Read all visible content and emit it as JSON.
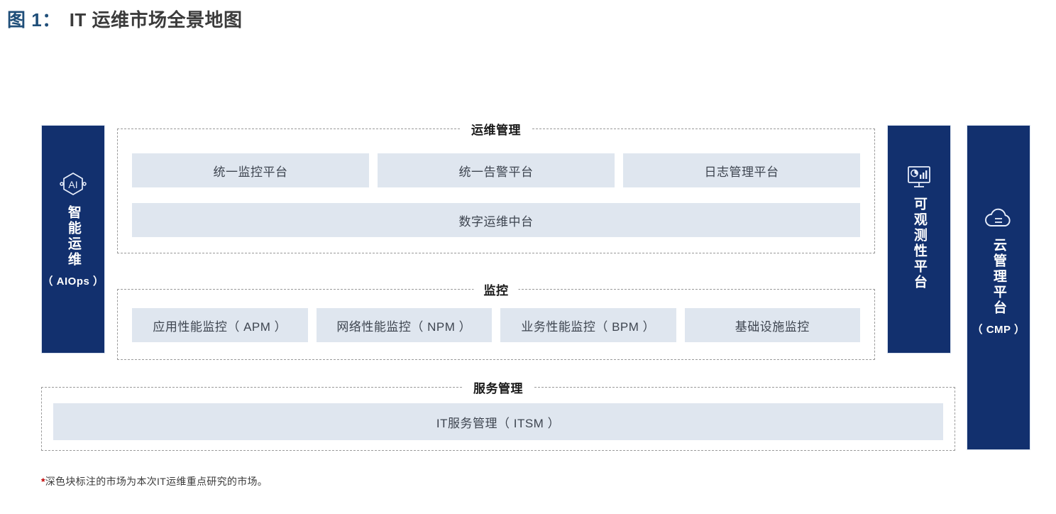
{
  "title": {
    "number": "图 1：",
    "text": "IT 运维市场全景地图"
  },
  "pillars": [
    {
      "id": "aiops",
      "icon": "ai-hexagon-icon",
      "label": "智能运维",
      "sub": "（ AIOps ）"
    },
    {
      "id": "observability",
      "icon": "dashboard-monitor-icon",
      "label": "可观测性平台",
      "sub": ""
    },
    {
      "id": "cmp",
      "icon": "cloud-icon",
      "label": "云管理平台",
      "sub": "（ CMP ）"
    }
  ],
  "sections": [
    {
      "id": "ops",
      "title": "运维管理",
      "rows": [
        {
          "cells": [
            "统一监控平台",
            "统一告警平台",
            "日志管理平台"
          ]
        },
        {
          "cells": [
            "数字运维中台"
          ]
        }
      ]
    },
    {
      "id": "mon",
      "title": "监控",
      "rows": [
        {
          "cells": [
            "应用性能监控（ APM ）",
            "网络性能监控（ NPM ）",
            "业务性能监控（ BPM ）",
            "基础设施监控"
          ]
        }
      ]
    },
    {
      "id": "svc",
      "title": "服务管理",
      "rows": [
        {
          "cells": [
            "IT服务管理（ ITSM ）"
          ]
        }
      ]
    }
  ],
  "footnote": {
    "star": "*",
    "text": "深色块标注的市场为本次IT运维重点研究的市场。"
  },
  "colors": {
    "pillar_bg": "#12306e",
    "cell_bg": "#dfe6ef",
    "title_accent": "#1f4e79",
    "dashed_border": "#9a9a9a",
    "footnote_star": "#c00000"
  }
}
